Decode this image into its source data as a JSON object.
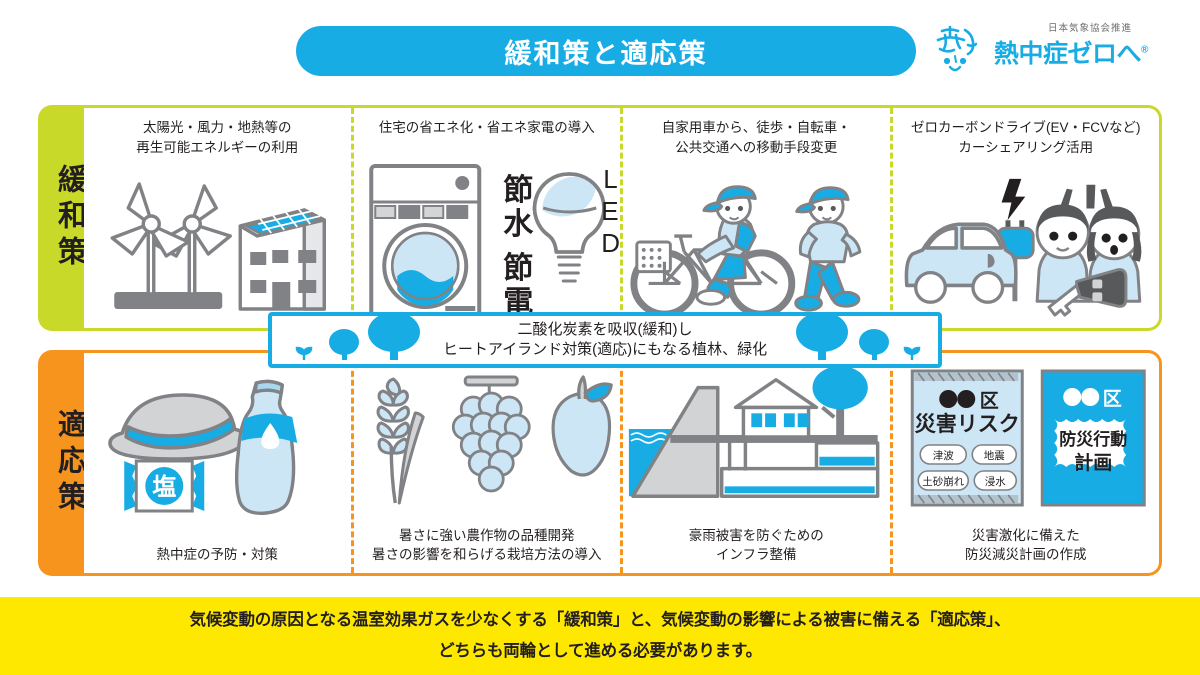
{
  "header": {
    "title": "緩和策と適応策",
    "logo": {
      "sub": "日本気象協会推進",
      "main": "熱中症ゼロへ",
      "registered": "®"
    }
  },
  "mitigation": {
    "tab_label": "緩和策",
    "cells": [
      {
        "caption_line1": "太陽光・風力・地熱等の",
        "caption_line2": "再生可能エネルギーの利用",
        "icon": "wind-turbines-and-solar-building-icon"
      },
      {
        "caption_line1": "住宅の省エネ化・省エネ家電の導入",
        "caption_line2": "",
        "icon": "washing-machine-and-led-bulb-icon",
        "label_saving": "節水",
        "label_power": "節電",
        "label_led": "LED"
      },
      {
        "caption_line1": "自家用車から、徒歩・自転車・",
        "caption_line2": "公共交通への移動手段変更",
        "icon": "cyclist-and-walker-icon"
      },
      {
        "caption_line1": "ゼロカーボンドライブ(EV・FCVなど)",
        "caption_line2": "カーシェアリング活用",
        "icon": "ev-car-and-carshare-people-icon"
      }
    ]
  },
  "green_banner": {
    "line1": "二酸化炭素を吸収(緩和)し",
    "line2": "ヒートアイランド対策(適応)にもなる植林、緑化",
    "icon": "trees-icon"
  },
  "adaptation": {
    "tab_label": "適応策",
    "cells": [
      {
        "caption_line1": "熱中症の予防・対策",
        "caption_line2": "",
        "icon": "hat-salt-waterbottle-icon",
        "label_salt": "塩"
      },
      {
        "caption_line1": "暑さに強い農作物の品種開発",
        "caption_line2": "暑さの影響を和らげる栽培方法の導入",
        "icon": "wheat-grapes-apple-icon"
      },
      {
        "caption_line1": "豪雨被害を防ぐための",
        "caption_line2": "インフラ整備",
        "icon": "levee-house-infrastructure-icon"
      },
      {
        "caption_line1": "災害激化に備えた",
        "caption_line2": "防災減災計画の作成",
        "icon": "hazard-map-and-plan-booklet-icon",
        "poster": {
          "ward": "●●区",
          "title": "災害リスク",
          "tags": [
            "津波",
            "地震",
            "土砂崩れ",
            "浸水"
          ]
        },
        "booklet": {
          "ward": "●●区",
          "title_line1": "防災行動",
          "title_line2": "計画"
        }
      }
    ]
  },
  "footer": {
    "line1": "気候変動の原因となる温室効果ガスを少なくする「緩和策」と、気候変動の影響による被害に備える「適応策」、",
    "line2": "どちらも両輪として進める必要があります。"
  },
  "colors": {
    "blue": "#18ace5",
    "light_blue": "#cde6f5",
    "green": "#c8d92a",
    "orange": "#f7941e",
    "yellow": "#ffe800",
    "gray": "#808285",
    "dark": "#231f20"
  }
}
